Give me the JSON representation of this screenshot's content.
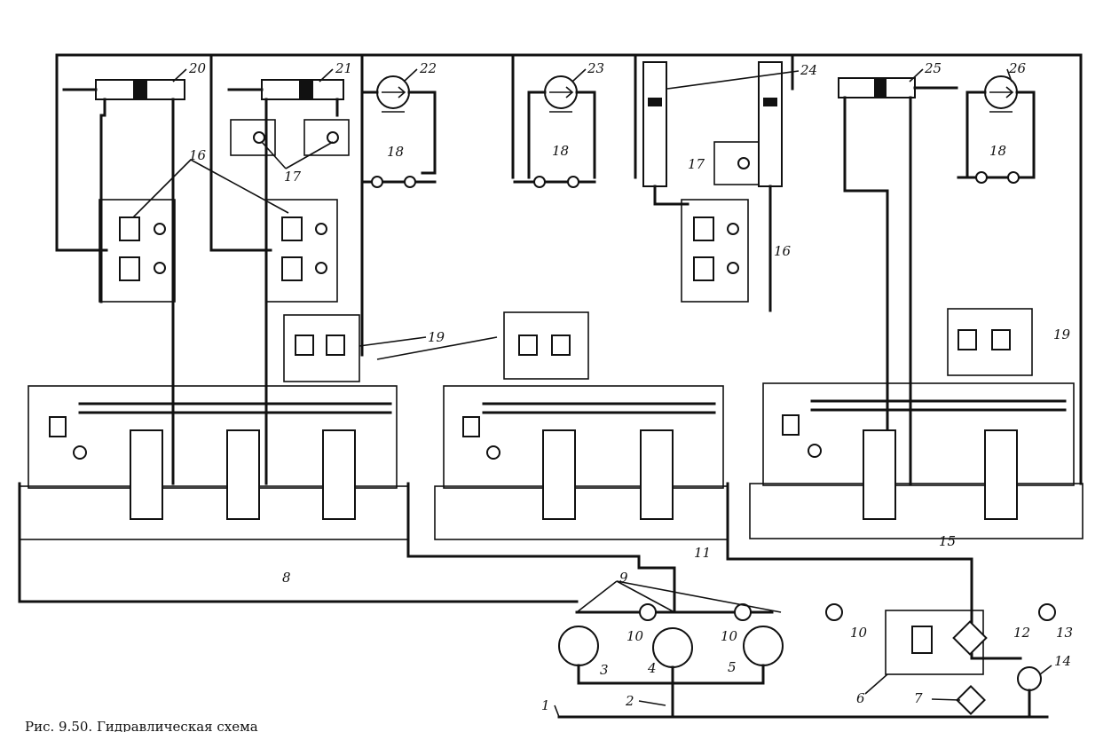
{
  "labels": {
    "l1": "1",
    "l2": "2",
    "l3": "3",
    "l4": "4",
    "l5": "5",
    "l6": "6",
    "l7": "7",
    "l8": "8",
    "l9": "9",
    "l10a": "10",
    "l10b": "10",
    "l10c": "10",
    "l11": "11",
    "l12": "12",
    "l13": "13",
    "l14": "14",
    "l15": "15",
    "l16a": "16",
    "l16b": "16",
    "l17a": "17",
    "l17b": "17",
    "l18a": "18",
    "l18b": "18",
    "l18c": "18",
    "l19a": "19",
    "l19b": "19",
    "l20": "20",
    "l21": "21",
    "l22": "22",
    "l23": "23",
    "l24": "24",
    "l25": "25",
    "l26": "26"
  },
  "caption": "Рис. 9.50. Гидравлическая схема"
}
